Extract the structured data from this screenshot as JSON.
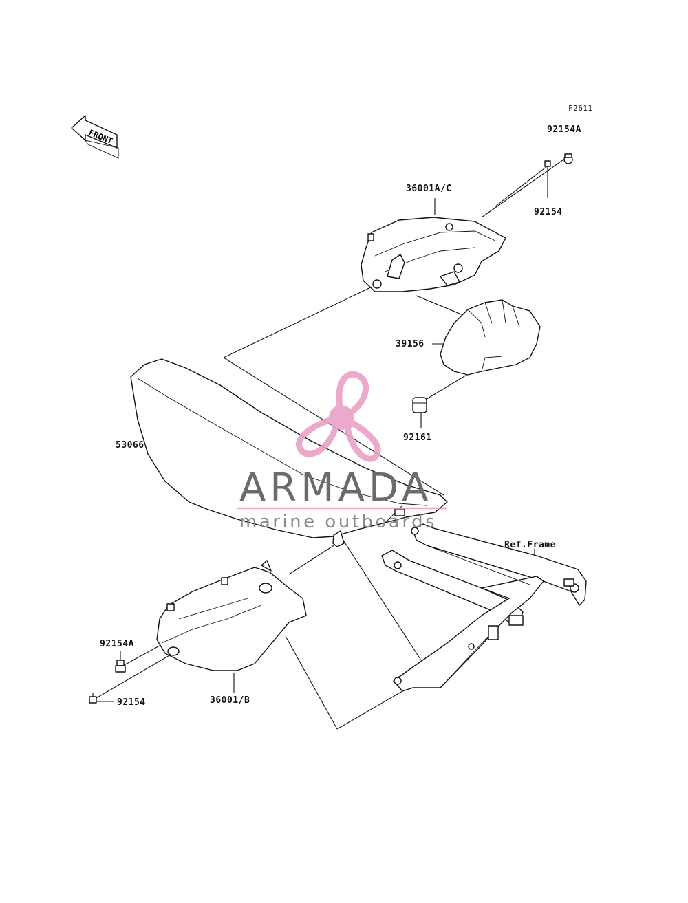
{
  "figure_code": "F2611",
  "direction_indicator": "FRONT",
  "reference_label": "Ref.Frame",
  "watermark": {
    "name": "ARMADA",
    "tagline": "marine outboards",
    "accent_color": "#e8a0c8"
  },
  "parts": {
    "screw_a_top": "92154A",
    "screw_top": "92154",
    "cover_right": "36001A/C",
    "heat_guard": "39156",
    "damper": "92161",
    "seat": "53066",
    "screw_a_bottom": "92154A",
    "screw_bottom": "92154",
    "cover_left": "36001/B"
  },
  "line_color": "#111111"
}
